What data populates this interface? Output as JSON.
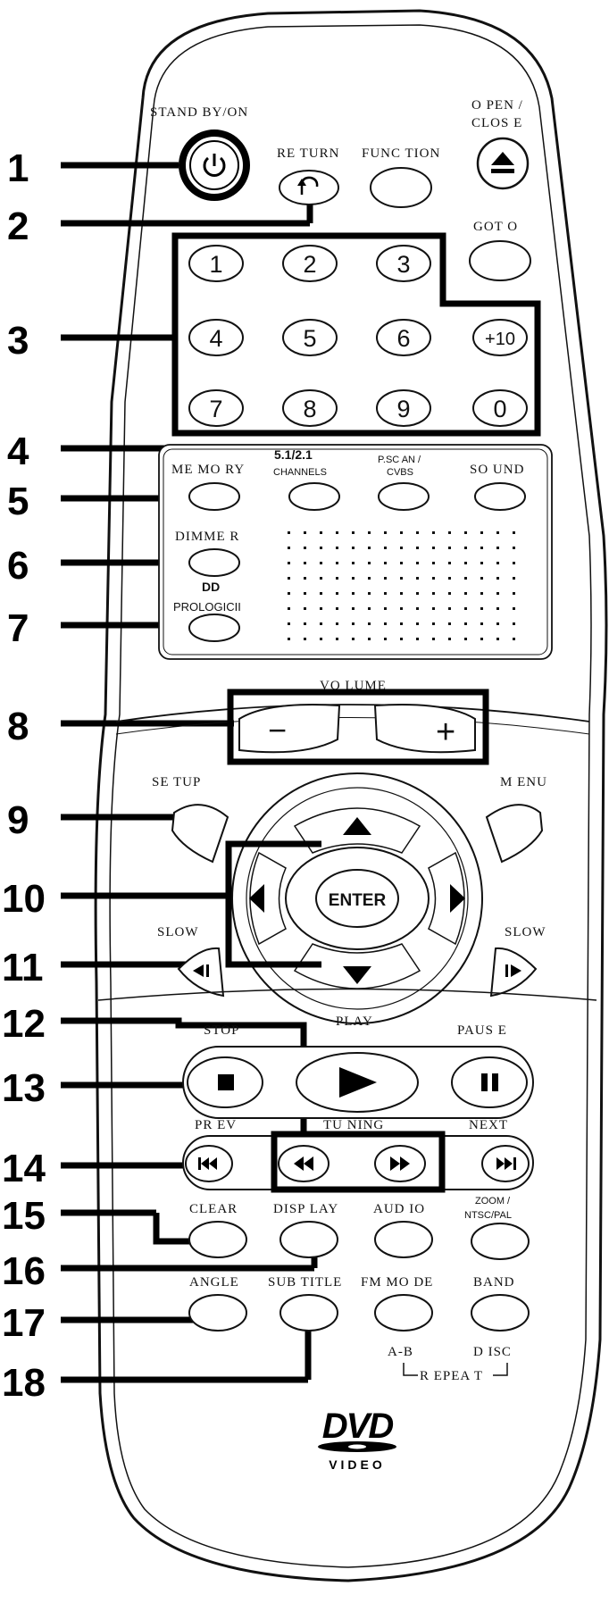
{
  "callouts": [
    "1",
    "2",
    "3",
    "4",
    "5",
    "6",
    "7",
    "8",
    "9",
    "10",
    "11",
    "12",
    "13",
    "14",
    "15",
    "16",
    "17",
    "18"
  ],
  "labels": {
    "standby": "STAND BY/ON",
    "open_close_1": "O PEN /",
    "open_close_2": "CLOS E",
    "return": "RE TURN",
    "function": "FUNC TION",
    "goto": "GOT O",
    "channels_1": "5.1/2.1",
    "channels_2": "CHANNELS",
    "pscan_1": "P.SC AN /",
    "pscan_2": "CVBS",
    "sound": "SO UND",
    "memory": "ME MO RY",
    "dimmer": "DIMME R",
    "prologic_logo": "DD",
    "prologic": "PROLOGICII",
    "volume": "VO LUME",
    "vol_minus": "−",
    "vol_plus": "+",
    "setup": "SE TUP",
    "menu": "M ENU",
    "enter": "ENTER",
    "slow_left": "SLOW",
    "slow_right": "SLOW",
    "stop": "STOP",
    "play": "PLAY",
    "pause": "PAUS E",
    "prev": "PR EV",
    "tuning": "TU NING",
    "next": "NEXT",
    "clear": "CLEAR",
    "display": "DISP LAY",
    "audio": "AUD IO",
    "zoom_1": "ZOOM /",
    "zoom_2": "NTSC/PAL",
    "angle": "ANGLE",
    "subtitle": "SUB TITLE",
    "fm_mode": "FM MO DE",
    "band": "BAND",
    "ab": "A-B",
    "disc": "D ISC",
    "repeat": "R EPEA T",
    "dvd": "DVD",
    "video": "VIDEO"
  },
  "number_keys": [
    "1",
    "2",
    "3",
    "4",
    "5",
    "6",
    "+10",
    "7",
    "8",
    "9",
    "0"
  ]
}
